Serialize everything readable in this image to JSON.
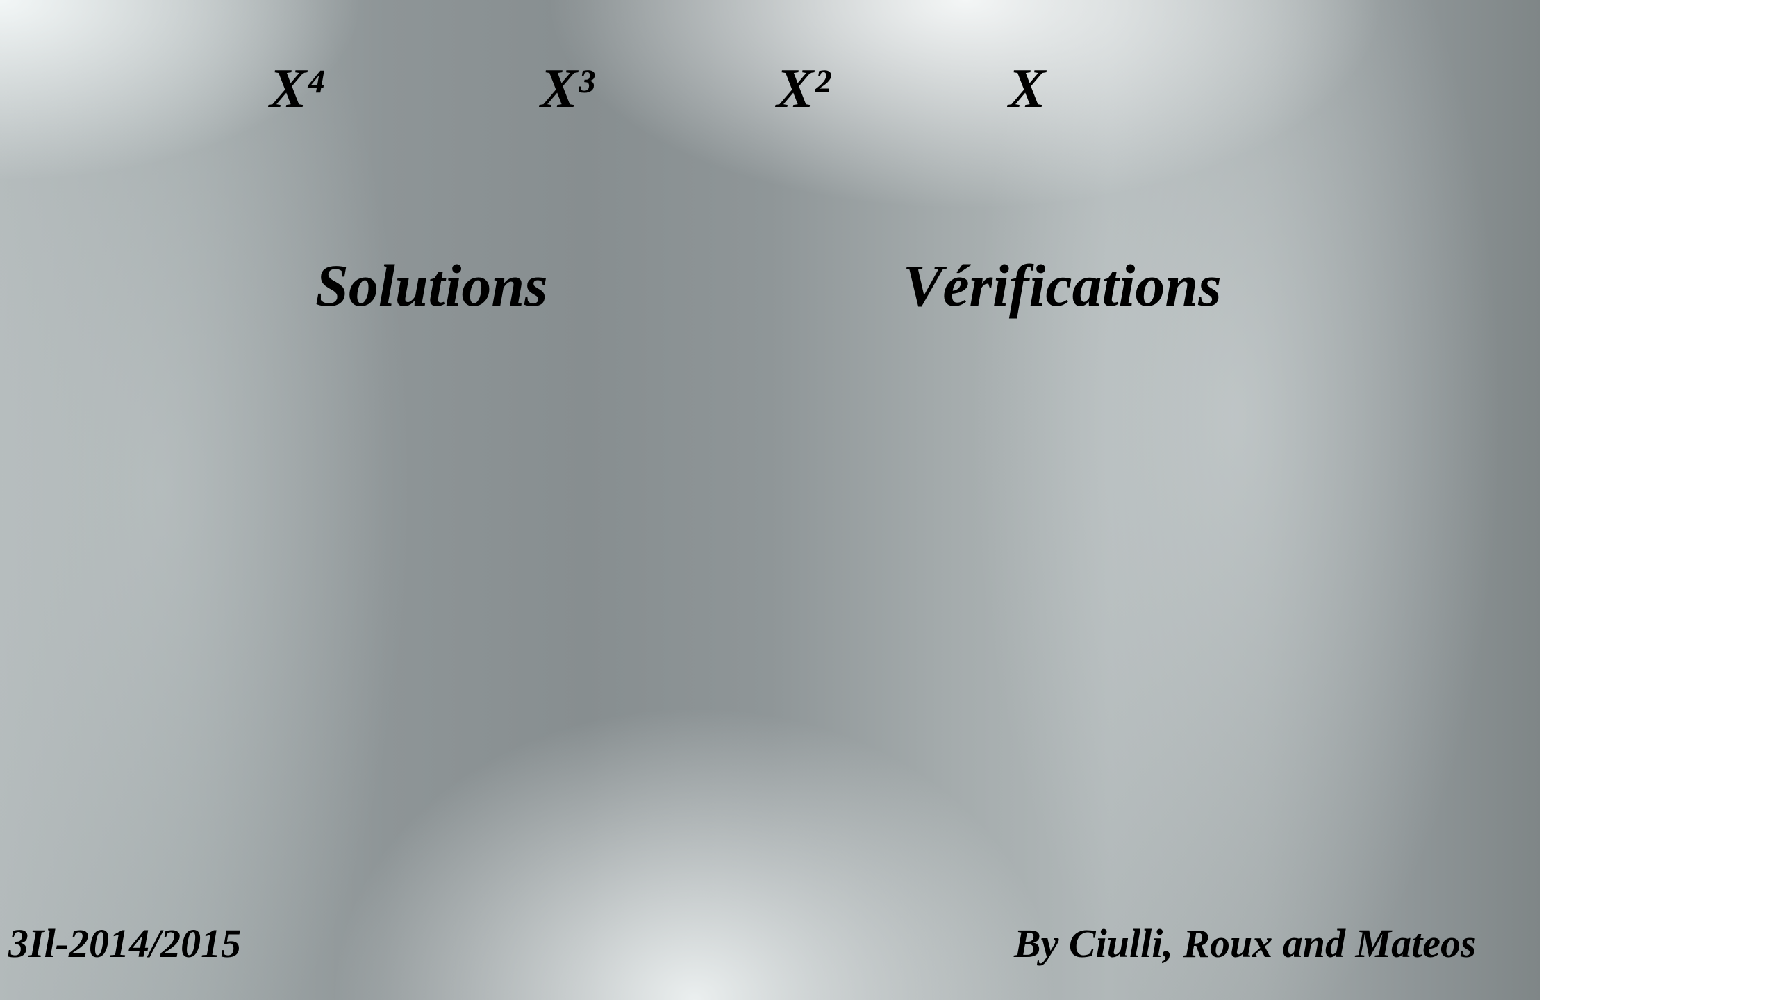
{
  "slide": {
    "powers": [
      "X⁴",
      "X³",
      "X²",
      "X"
    ],
    "headings": {
      "solutions": "Solutions",
      "verifications": "Vérifications"
    },
    "footer": {
      "left": "3Il-2014/2015",
      "right": "By Ciulli, Roux and Mateos"
    }
  }
}
